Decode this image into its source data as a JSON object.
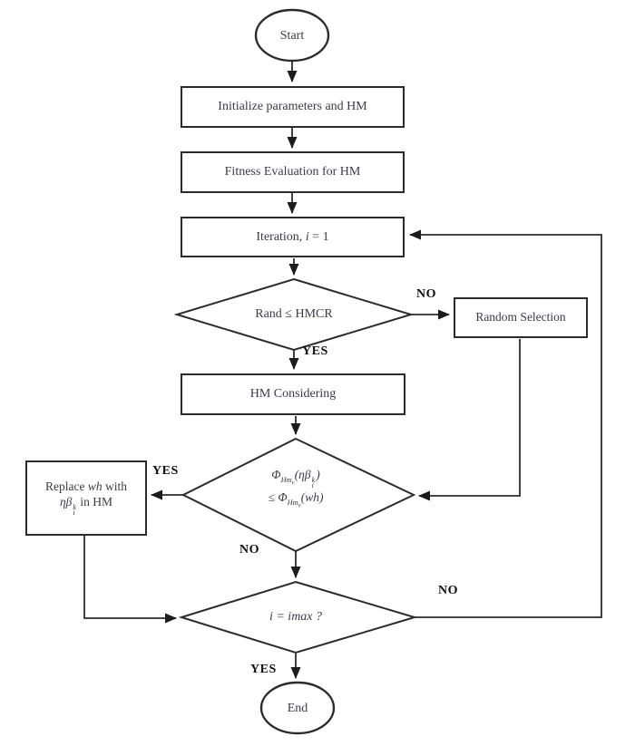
{
  "figure": {
    "background": "#ffffff",
    "stroke_color": "#2b2b2b",
    "text_color": "#3b3b47"
  },
  "nodes": {
    "start": {
      "label": "Start"
    },
    "init": {
      "label": "Initialize parameters and HM"
    },
    "fitness": {
      "label": "Fitness Evaluation for HM"
    },
    "iteration": {
      "prefix": "Iteration, ",
      "var": "i",
      "suffix": " = 1"
    },
    "rand_decision": {
      "label": "Rand ≤ HMCR"
    },
    "random_selection": {
      "label": "Random Selection"
    },
    "hm_considering": {
      "label": "HM Considering"
    },
    "fitness_decision": {
      "phi": "Φ",
      "mem": "Hm",
      "mem_idx": "v",
      "open": "(ηβ",
      "sup": "k",
      "sub": "i",
      "close": ")",
      "leq": "≤ ",
      "phi2": "Φ",
      "mem2": "Hm",
      "mem_idx2": "v",
      "arg2": "(wh)"
    },
    "replace": {
      "l1a": "Replace ",
      "l1b": "wh",
      "l1c": " with",
      "l2a": "ηβ",
      "sup": "k",
      "sub": "i",
      "l2b": " in HM"
    },
    "imax_decision": {
      "label": "i = imax ?"
    },
    "end": {
      "label": "End"
    }
  },
  "edge_labels": {
    "d1_no": "NO",
    "d1_yes": "YES",
    "d2_yes": "YES",
    "d2_no": "NO",
    "d3_no": "NO",
    "d3_yes": "YES"
  }
}
